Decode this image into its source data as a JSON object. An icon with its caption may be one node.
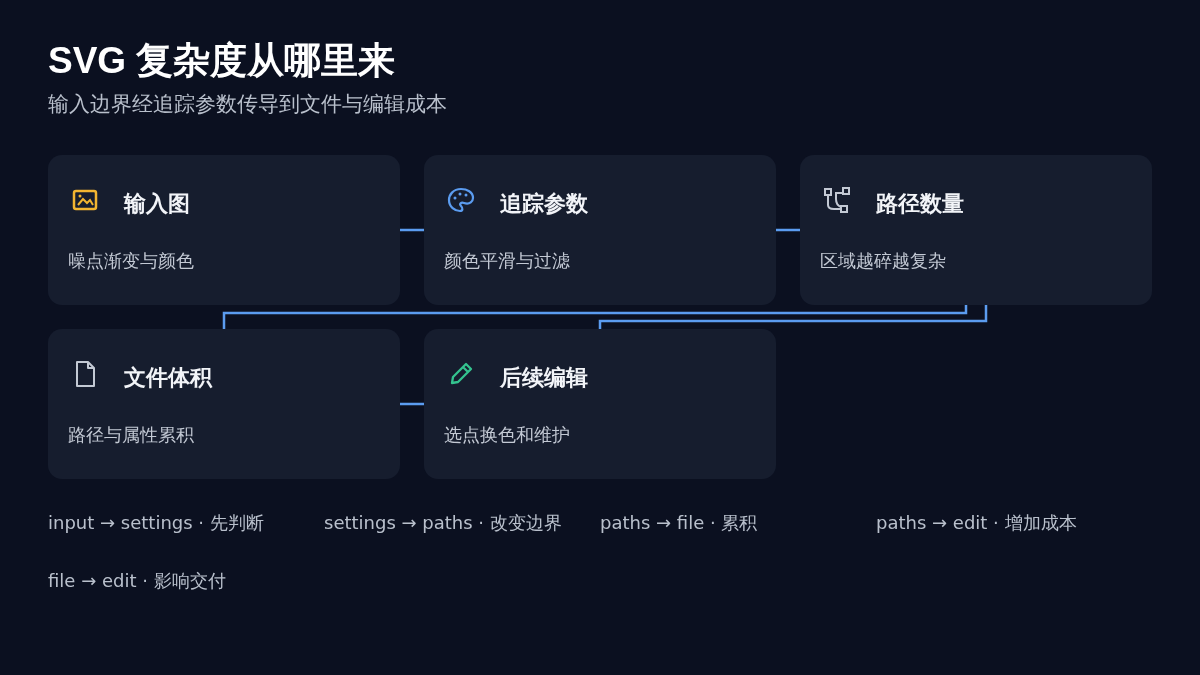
{
  "diagram": {
    "title": "SVG 复杂度从哪里来",
    "caption": "输入边界经追踪参数传导到文件与编辑成本",
    "nodes": [
      {
        "text": [
          "输入图",
          "噪点渐变与颜色"
        ]
      },
      {
        "text": [
          "追踪参数",
          "颜色平滑与过滤"
        ]
      },
      {
        "text": [
          "路径数量",
          "区域越碎越复杂"
        ]
      },
      {
        "text": [
          "文件体积",
          "路径与属性累积"
        ]
      },
      {
        "text": [
          "后续编辑",
          "选点换色和维护"
        ]
      }
    ],
    "edges": [
      {
        "from": 0,
        "to": 1,
        "arrow": "none"
      },
      {
        "from": 1,
        "to": 2,
        "arrow": "none"
      },
      {
        "from": 2,
        "to": 3,
        "arrow": "none"
      },
      {
        "from": 2,
        "to": 4,
        "arrow": "none"
      },
      {
        "from": 3,
        "to": 4,
        "arrow": "none"
      }
    ],
    "labels": [
      "input → settings · 先判断",
      "settings → paths · 改变边界",
      "paths → file · 累积",
      "paths → edit · 增加成本",
      "file → edit · 影响交付"
    ]
  }
}
